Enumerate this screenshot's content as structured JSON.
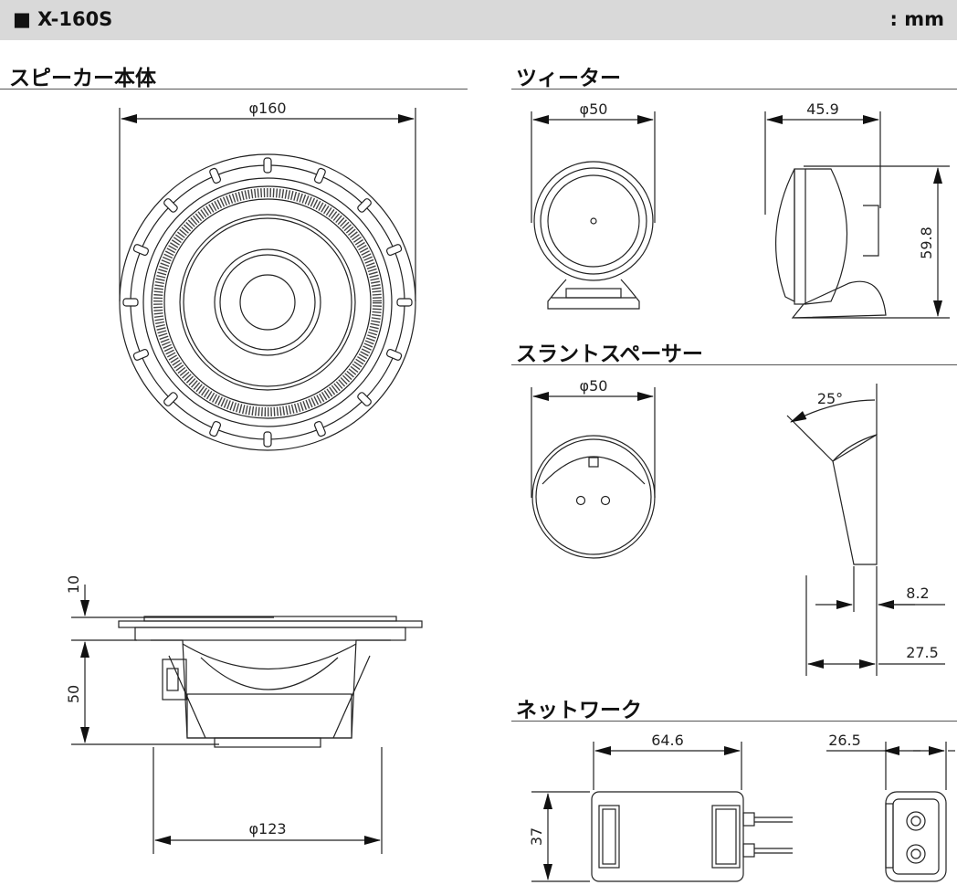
{
  "header": {
    "model": "■ X-160S",
    "unit": ": mm"
  },
  "sections": {
    "speaker": "スピーカー本体",
    "tweeter": "ツィーター",
    "spacer": "スラントスペーサー",
    "network": "ネットワーク"
  },
  "dims": {
    "speaker_diameter": "φ160",
    "speaker_depth_top": "10",
    "speaker_depth": "50",
    "speaker_mount": "φ123",
    "tweeter_diameter": "φ50",
    "tweeter_depth": "45.9",
    "tweeter_height": "59.8",
    "spacer_diameter": "φ50",
    "spacer_angle": "25°",
    "spacer_thin": "8.2",
    "spacer_thick": "27.5",
    "network_width": "64.6",
    "network_height": "37",
    "network_depth": "26.5"
  }
}
